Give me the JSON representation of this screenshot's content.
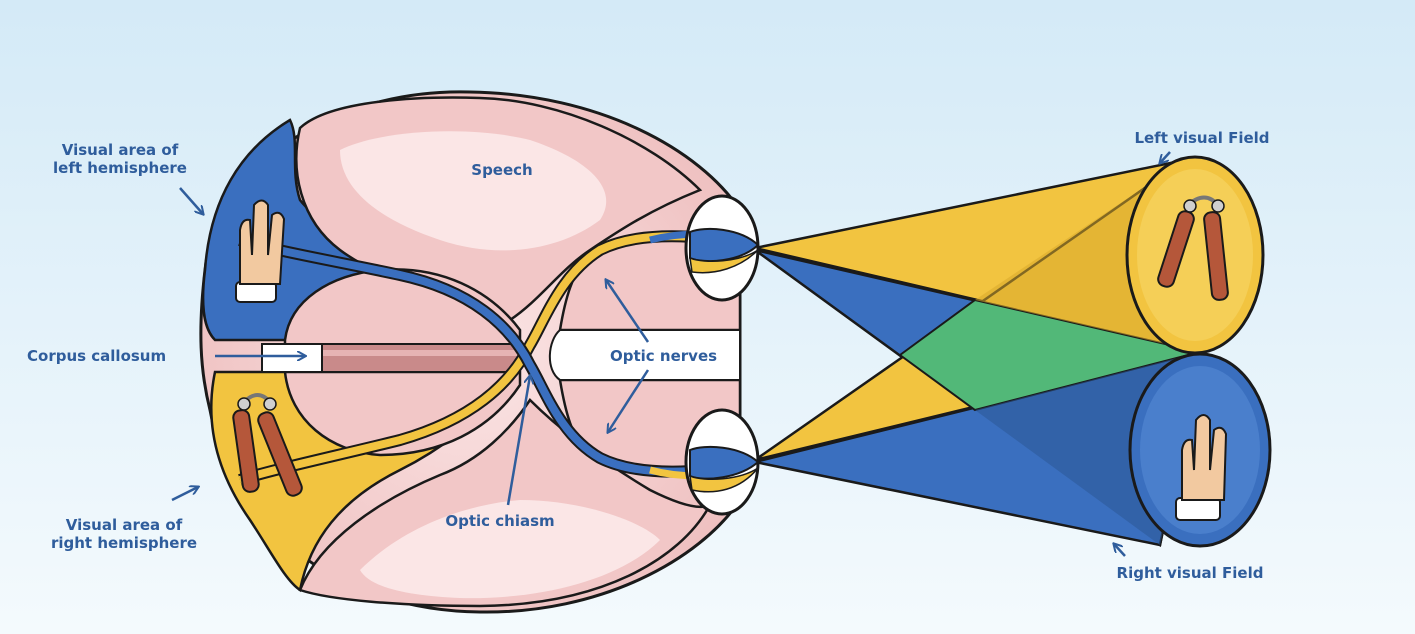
{
  "labels": {
    "visual_area_left": [
      "Visual area of",
      "left hemisphere"
    ],
    "visual_area_right": [
      "Visual area of",
      "right hemisphere"
    ],
    "speech": "Speech",
    "corpus_callosum": "Corpus callosum",
    "optic_nerves": "Optic nerves",
    "optic_chiasm": "Optic chiasm",
    "left_visual_field": "Left visual Field",
    "right_visual_field": "Right visual Field"
  },
  "colors": {
    "background_top": "#d4eaf7",
    "background_bottom": "#f4fafd",
    "brain_pink": "#f2c7c7",
    "brain_pink_light": "#fbe6e6",
    "left_field_blue": "#3a6fbf",
    "right_field_yellow": "#f2c440",
    "overlap_green": "#52b878",
    "label_blue": "#2f5d9c",
    "outline": "#1a1a1a"
  }
}
